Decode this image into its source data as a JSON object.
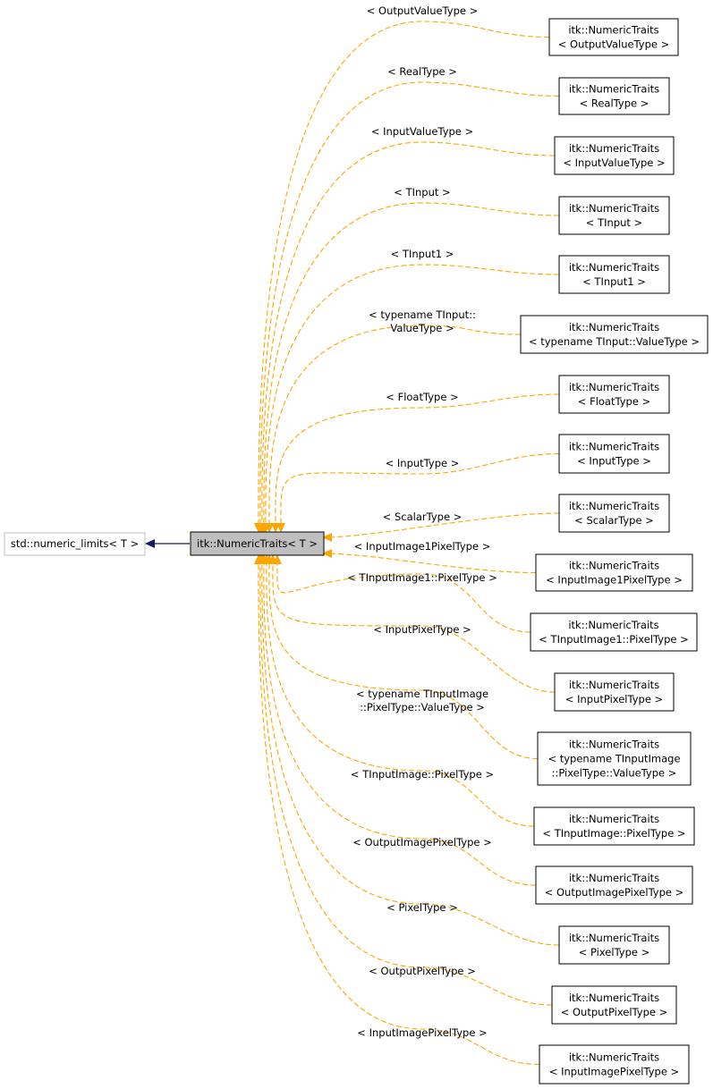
{
  "base_class": "std::numeric_limits< T >",
  "focus_class": "itk::NumericTraits< T >",
  "colors": {
    "template_edge": "#ffa500",
    "inheritance_edge": "#191970",
    "focus_fill": "#bfbfbf"
  },
  "specializations": [
    {
      "label": [
        "< OutputValueType >"
      ],
      "node": [
        "itk::NumericTraits",
        "< OutputValueType >"
      ]
    },
    {
      "label": [
        "< RealType >"
      ],
      "node": [
        "itk::NumericTraits",
        "< RealType >"
      ]
    },
    {
      "label": [
        "< InputValueType >"
      ],
      "node": [
        "itk::NumericTraits",
        "< InputValueType >"
      ]
    },
    {
      "label": [
        "< TInput >"
      ],
      "node": [
        "itk::NumericTraits",
        "< TInput >"
      ]
    },
    {
      "label": [
        "< TInput1 >"
      ],
      "node": [
        "itk::NumericTraits",
        "< TInput1 >"
      ]
    },
    {
      "label": [
        "< typename TInput::",
        "ValueType >"
      ],
      "node": [
        "itk::NumericTraits",
        "< typename TInput::ValueType >"
      ]
    },
    {
      "label": [
        "< FloatType >"
      ],
      "node": [
        "itk::NumericTraits",
        "< FloatType >"
      ]
    },
    {
      "label": [
        "< InputType >"
      ],
      "node": [
        "itk::NumericTraits",
        "< InputType >"
      ]
    },
    {
      "label": [
        "< ScalarType >"
      ],
      "node": [
        "itk::NumericTraits",
        "< ScalarType >"
      ]
    },
    {
      "label": [
        "< InputImage1PixelType >"
      ],
      "node": [
        "itk::NumericTraits",
        "< InputImage1PixelType >"
      ]
    },
    {
      "label": [
        "< TInputImage1::PixelType >"
      ],
      "node": [
        "itk::NumericTraits",
        "< TInputImage1::PixelType >"
      ]
    },
    {
      "label": [
        "< InputPixelType >"
      ],
      "node": [
        "itk::NumericTraits",
        "< InputPixelType >"
      ]
    },
    {
      "label": [
        "< typename TInputImage",
        "::PixelType::ValueType >"
      ],
      "node": [
        "itk::NumericTraits",
        "< typename TInputImage",
        "::PixelType::ValueType >"
      ]
    },
    {
      "label": [
        "< TInputImage::PixelType >"
      ],
      "node": [
        "itk::NumericTraits",
        "< TInputImage::PixelType >"
      ]
    },
    {
      "label": [
        "< OutputImagePixelType >"
      ],
      "node": [
        "itk::NumericTraits",
        "< OutputImagePixelType >"
      ]
    },
    {
      "label": [
        "< PixelType >"
      ],
      "node": [
        "itk::NumericTraits",
        "< PixelType >"
      ]
    },
    {
      "label": [
        "< OutputPixelType >"
      ],
      "node": [
        "itk::NumericTraits",
        "< OutputPixelType >"
      ]
    },
    {
      "label": [
        "< InputImagePixelType >"
      ],
      "node": [
        "itk::NumericTraits",
        "< InputImagePixelType >"
      ]
    }
  ]
}
